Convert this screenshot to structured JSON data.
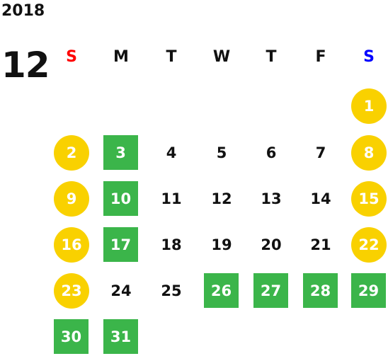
{
  "calendar": {
    "year": "2018",
    "month": "12",
    "weekdays": [
      {
        "label": "S",
        "color": "#ff0000"
      },
      {
        "label": "M",
        "color": "#111111"
      },
      {
        "label": "T",
        "color": "#111111"
      },
      {
        "label": "W",
        "color": "#111111"
      },
      {
        "label": "T",
        "color": "#111111"
      },
      {
        "label": "F",
        "color": "#111111"
      },
      {
        "label": "S",
        "color": "#0000ff"
      }
    ],
    "colors": {
      "holiday": "#f9d100",
      "day_off": "#3bb54a"
    },
    "weeks": [
      [
        null,
        null,
        null,
        null,
        null,
        null,
        {
          "day": "1",
          "style": "holiday"
        }
      ],
      [
        {
          "day": "2",
          "style": "holiday"
        },
        {
          "day": "3",
          "style": "off"
        },
        {
          "day": "4",
          "style": "plain"
        },
        {
          "day": "5",
          "style": "plain"
        },
        {
          "day": "6",
          "style": "plain"
        },
        {
          "day": "7",
          "style": "plain"
        },
        {
          "day": "8",
          "style": "holiday"
        }
      ],
      [
        {
          "day": "9",
          "style": "holiday"
        },
        {
          "day": "10",
          "style": "off"
        },
        {
          "day": "11",
          "style": "plain"
        },
        {
          "day": "12",
          "style": "plain"
        },
        {
          "day": "13",
          "style": "plain"
        },
        {
          "day": "14",
          "style": "plain"
        },
        {
          "day": "15",
          "style": "holiday"
        }
      ],
      [
        {
          "day": "16",
          "style": "holiday"
        },
        {
          "day": "17",
          "style": "off"
        },
        {
          "day": "18",
          "style": "plain"
        },
        {
          "day": "19",
          "style": "plain"
        },
        {
          "day": "20",
          "style": "plain"
        },
        {
          "day": "21",
          "style": "plain"
        },
        {
          "day": "22",
          "style": "holiday"
        }
      ],
      [
        {
          "day": "23",
          "style": "holiday"
        },
        {
          "day": "24",
          "style": "plain"
        },
        {
          "day": "25",
          "style": "plain"
        },
        {
          "day": "26",
          "style": "off"
        },
        {
          "day": "27",
          "style": "off"
        },
        {
          "day": "28",
          "style": "off"
        },
        {
          "day": "29",
          "style": "off"
        }
      ],
      [
        {
          "day": "30",
          "style": "off"
        },
        {
          "day": "31",
          "style": "off"
        },
        null,
        null,
        null,
        null,
        null
      ]
    ]
  }
}
